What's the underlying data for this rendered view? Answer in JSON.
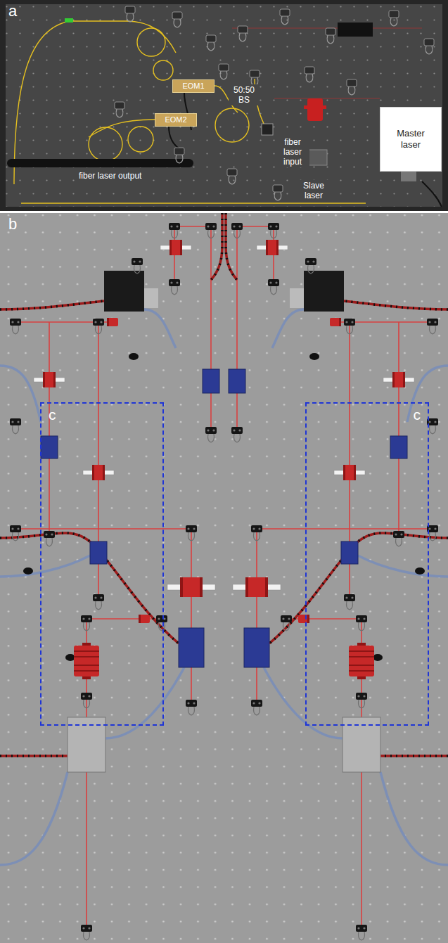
{
  "diagram": {
    "nodes": [
      {
        "text": [
          "a"
        ]
      },
      {
        "text": [
          "EOM1"
        ],
        "in": 0
      },
      {
        "text": [
          "EOM2"
        ],
        "in": 0
      },
      {
        "text": [
          "Master laser"
        ],
        "in": 0
      },
      {
        "text": [
          "b"
        ]
      },
      {
        "text": [
          "c"
        ],
        "in": 4
      },
      {
        "text": [
          "c"
        ],
        "in": 4
      }
    ],
    "labels": [
      "50:50 BS",
      "fiber laser input",
      "fiber laser output",
      "Slave laser"
    ]
  }
}
